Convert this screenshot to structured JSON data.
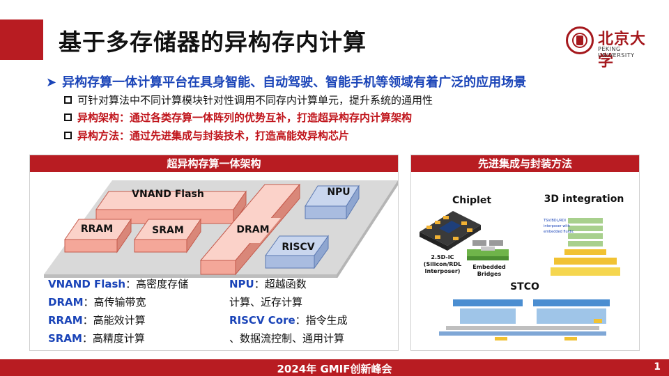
{
  "title": "基于多存储器的异构存内计算",
  "logo": {
    "cn": "北京大学",
    "en": "PEKING UNIVERSITY"
  },
  "main_bullet": "异构存算一体计算平台在具身智能、自动驾驶、智能手机等领域有着广泛的应用场景",
  "sub_bullets": [
    "可针对算法中不同计算模块针对性调用不同存内计算单元，提升系统的通用性",
    "异构架构：通过各类存算一体阵列的优势互补，打造超异构存内计算架构",
    "异构方法：通过先进集成与封装技术，打造高能效异构芯片"
  ],
  "left_panel": {
    "header": "超异构存算一体架构",
    "blocks": {
      "vnand": "VNAND Flash",
      "dram": "DRAM",
      "npu": "NPU",
      "rram": "RRAM",
      "sram": "SRAM",
      "riscv": "RISCV"
    },
    "legend_left": [
      {
        "key": "VNAND Flash",
        "desc": "：高密度存储"
      },
      {
        "key": "DRAM",
        "desc": "：高传输带宽"
      },
      {
        "key": "RRAM",
        "desc": "：高能效计算"
      },
      {
        "key": "SRAM",
        "desc": "：高精度计算"
      }
    ],
    "legend_right": [
      {
        "key": "NPU",
        "desc": "：超越函数"
      },
      {
        "key": "",
        "desc": "计算、近存计算"
      },
      {
        "key": "RISCV Core",
        "desc": "：指令生成"
      },
      {
        "key": "",
        "desc": "、数据流控制、通用计算"
      }
    ]
  },
  "right_panel": {
    "header": "先进集成与封装方法",
    "chiplet": "Chiplet",
    "integration": "3D integration",
    "stco": "STCO",
    "label_25d": [
      "2.5D-IC",
      "(Silicon/RDL",
      "Interposer)"
    ],
    "label_embedded": [
      "Embedded",
      "Bridges"
    ]
  },
  "footer": {
    "text": "2024年  GMIF创新峰会",
    "page": "1"
  },
  "colors": {
    "brand_red": "#b81c22",
    "blue_text": "#1a44b8",
    "red_text": "#c0141b"
  }
}
